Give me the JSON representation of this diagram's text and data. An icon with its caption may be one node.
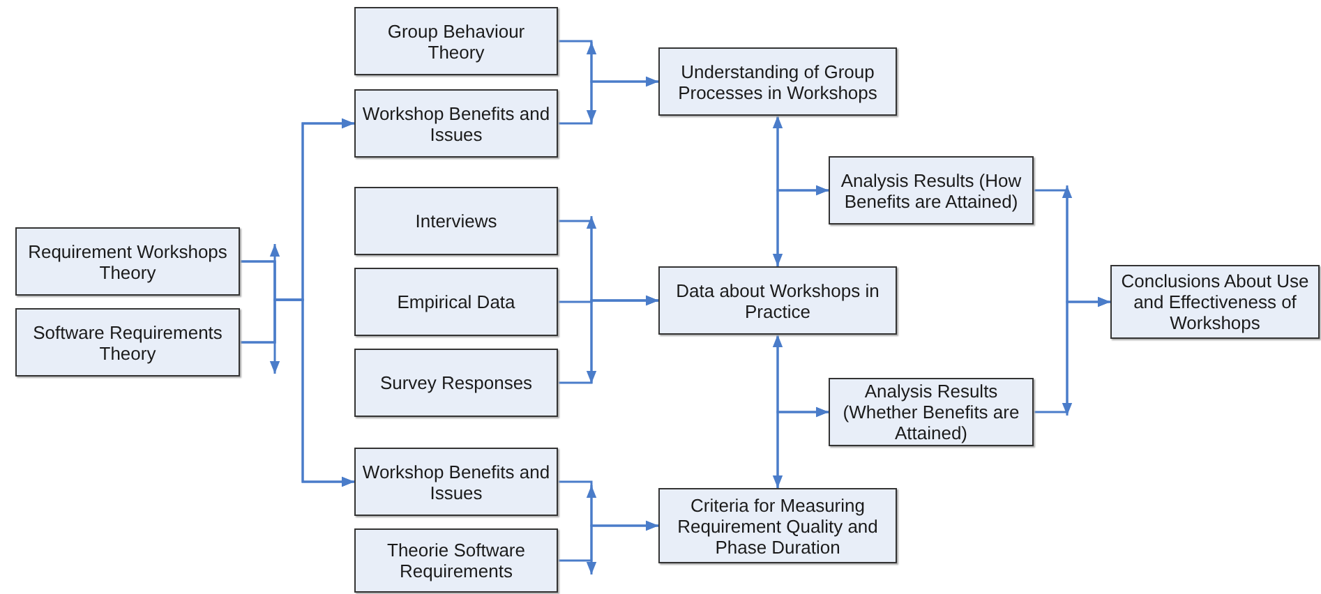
{
  "diagram": {
    "nodes": [
      {
        "text": [
          "Requirement Workshops Theory"
        ]
      },
      {
        "text": [
          "Software Requirements Theory"
        ]
      },
      {
        "text": [
          "Group Behaviour Theory"
        ]
      },
      {
        "text": [
          "Workshop Benefits and Issues"
        ]
      },
      {
        "text": [
          "Interviews"
        ]
      },
      {
        "text": [
          "Empirical Data"
        ]
      },
      {
        "text": [
          "Survey Responses"
        ]
      },
      {
        "text": [
          "Workshop Benefits and Issues"
        ]
      },
      {
        "text": [
          "Theorie Software Requirements"
        ]
      },
      {
        "text": [
          "Understanding of Group Processes in Workshops"
        ]
      },
      {
        "text": [
          "Analysis Results (How Benefits are Attained)"
        ]
      },
      {
        "text": [
          "Data about Workshops in Practice"
        ]
      },
      {
        "text": [
          "Analysis Results (Whether Benefits are Attained)"
        ]
      },
      {
        "text": [
          "Criteria for Measuring Requirement Quality and Phase Duration"
        ]
      },
      {
        "text": [
          "Conclusions About Use and Effectiveness of Workshops"
        ]
      }
    ],
    "edges": [
      {
        "from": 0,
        "to": 3,
        "arrow": "to"
      },
      {
        "from": 1,
        "to": 3,
        "arrow": "to"
      },
      {
        "from": 0,
        "to": 7,
        "arrow": "to"
      },
      {
        "from": 1,
        "to": 7,
        "arrow": "to"
      },
      {
        "from": 2,
        "to": 9,
        "arrow": "to"
      },
      {
        "from": 3,
        "to": 9,
        "arrow": "to"
      },
      {
        "from": 4,
        "to": 11,
        "arrow": "to"
      },
      {
        "from": 5,
        "to": 11,
        "arrow": "to"
      },
      {
        "from": 6,
        "to": 11,
        "arrow": "to"
      },
      {
        "from": 7,
        "to": 13,
        "arrow": "to"
      },
      {
        "from": 8,
        "to": 13,
        "arrow": "to"
      },
      {
        "from": 9,
        "to": 11,
        "arrow": "both"
      },
      {
        "from": 9,
        "to": 10,
        "arrow": "to"
      },
      {
        "from": 11,
        "to": 10,
        "arrow": "to"
      },
      {
        "from": 11,
        "to": 13,
        "arrow": "both"
      },
      {
        "from": 11,
        "to": 12,
        "arrow": "to"
      },
      {
        "from": 13,
        "to": 12,
        "arrow": "to"
      },
      {
        "from": 10,
        "to": 14,
        "arrow": "to"
      },
      {
        "from": 12,
        "to": 14,
        "arrow": "to"
      }
    ]
  }
}
